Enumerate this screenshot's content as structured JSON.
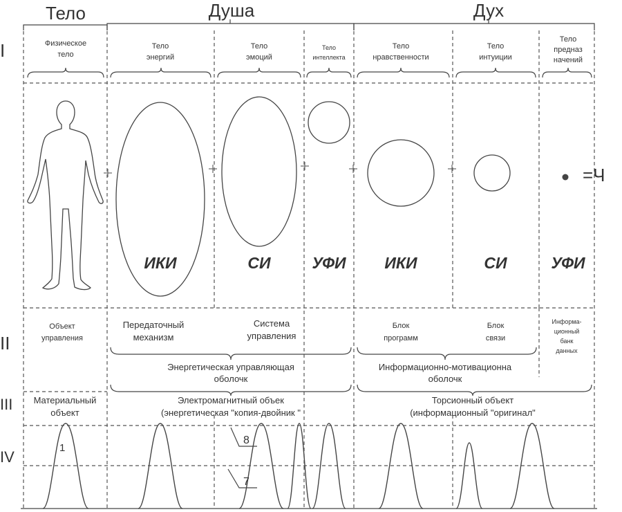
{
  "headers": {
    "body": "Тело",
    "soul": "Душа",
    "spirit": "Дух"
  },
  "row_marks": {
    "i": "I",
    "ii": "II",
    "iii": "III",
    "iv": "IV"
  },
  "right_marker": "=Ч",
  "bodies": {
    "physical": [
      "Физическое",
      "тело"
    ],
    "energy": [
      "Тело",
      "энергий"
    ],
    "emotion": [
      "Тело",
      "эмоций"
    ],
    "intellect": [
      "Тело",
      "интеллекта"
    ],
    "morality": [
      "Тело",
      "нравственности"
    ],
    "intuition": [
      "Тело",
      "интуиции"
    ],
    "destiny": [
      "Тело",
      "предназ",
      "начений"
    ]
  },
  "codes": {
    "iki1": "ИКИ",
    "si1": "СИ",
    "ufi1": "УФИ",
    "iki2": "ИКИ",
    "si2": "СИ",
    "ufi2": "УФИ"
  },
  "functions": {
    "control_object": [
      "Объект",
      "управления"
    ],
    "transmission": [
      "Передаточный",
      "механизм"
    ],
    "control_system": [
      "Система",
      "управления"
    ],
    "program_block": [
      "Блок",
      "программ"
    ],
    "communication_block": [
      "Блок",
      "связи"
    ],
    "data_bank": [
      "Информа-",
      "ционный",
      "банк",
      "данных"
    ]
  },
  "shells": {
    "energy": [
      "Энергетическая управляющая",
      "оболочк"
    ],
    "info": [
      "Информационно-мотивационна",
      "оболочк"
    ]
  },
  "objects": {
    "material": [
      "Материальный",
      "объект"
    ],
    "em": [
      "Электромагнитный объек",
      "(энергетическая \"копия-двойник \""
    ],
    "torsion": [
      "Торсионный объект",
      "(информационный \"оригинал\""
    ]
  },
  "wave_labels": {
    "n1": "1",
    "n7": "7",
    "n8": "8"
  }
}
